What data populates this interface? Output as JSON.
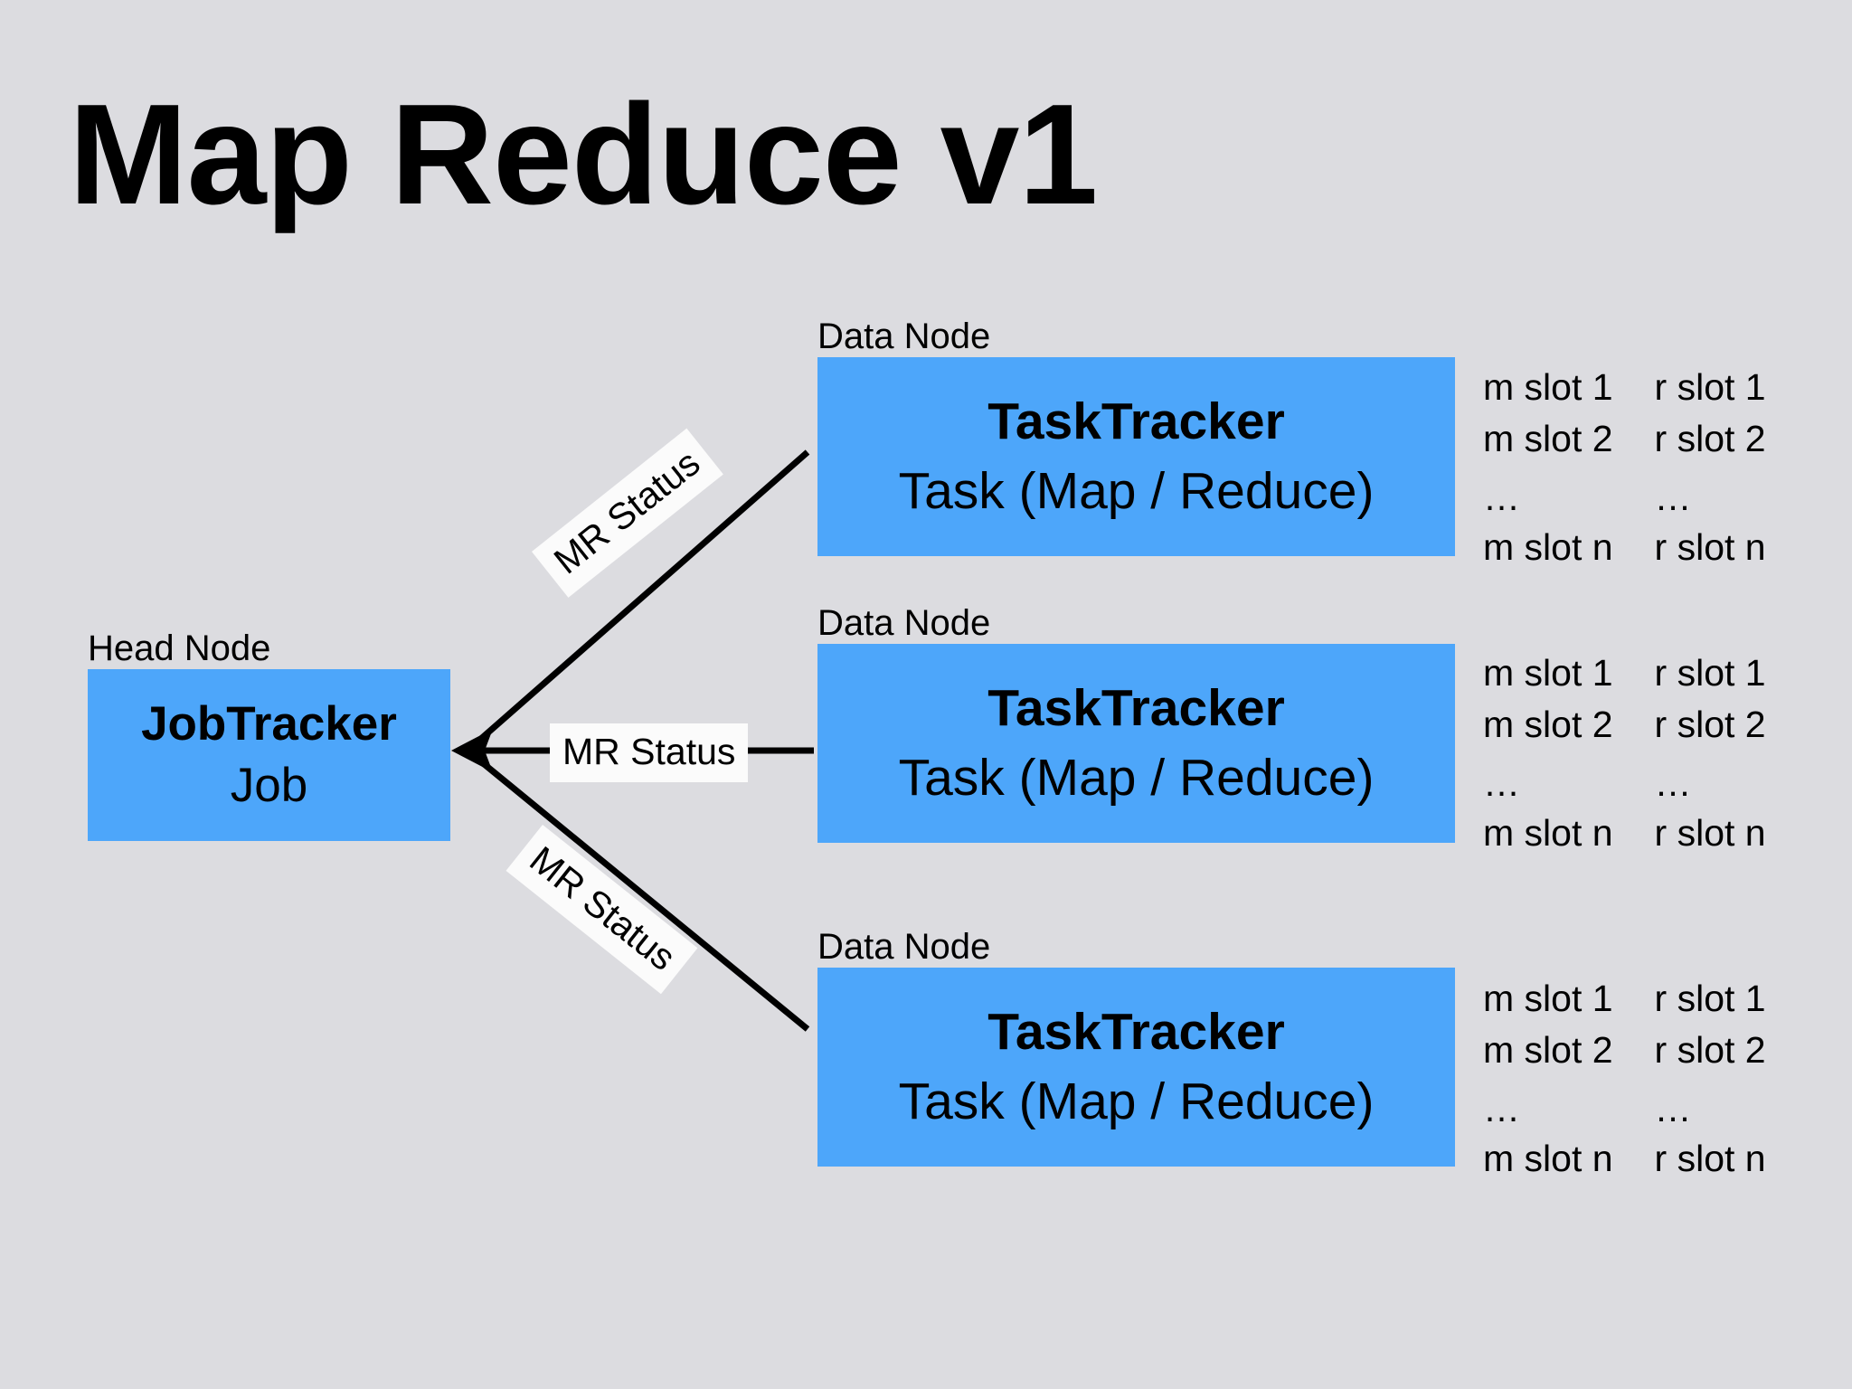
{
  "title": "Map Reduce v1",
  "head_node": {
    "caption": "Head Node",
    "title": "JobTracker",
    "subtitle": "Job"
  },
  "edges": [
    {
      "label": "MR Status"
    },
    {
      "label": "MR Status"
    },
    {
      "label": "MR Status"
    }
  ],
  "data_nodes": [
    {
      "caption": "Data Node",
      "title": "TaskTracker",
      "subtitle": "Task (Map / Reduce)",
      "map_slots": [
        "m slot 1",
        "m slot 2",
        "…",
        "m slot n"
      ],
      "reduce_slots": [
        "r slot 1",
        "r slot 2",
        "…",
        "r slot n"
      ]
    },
    {
      "caption": "Data Node",
      "title": "TaskTracker",
      "subtitle": "Task (Map / Reduce)",
      "map_slots": [
        "m slot 1",
        "m slot 2",
        "…",
        "m slot n"
      ],
      "reduce_slots": [
        "r slot 1",
        "r slot 2",
        "…",
        "r slot n"
      ]
    },
    {
      "caption": "Data Node",
      "title": "TaskTracker",
      "subtitle": "Task (Map / Reduce)",
      "map_slots": [
        "m slot 1",
        "m slot 2",
        "…",
        "m slot n"
      ],
      "reduce_slots": [
        "r slot 1",
        "r slot 2",
        "…",
        "r slot n"
      ]
    }
  ],
  "colors": {
    "background": "#dcdce0",
    "node_fill": "#4da6fa",
    "text": "#000000",
    "connector": "#000000",
    "label_fill": "#fbfbfb"
  }
}
